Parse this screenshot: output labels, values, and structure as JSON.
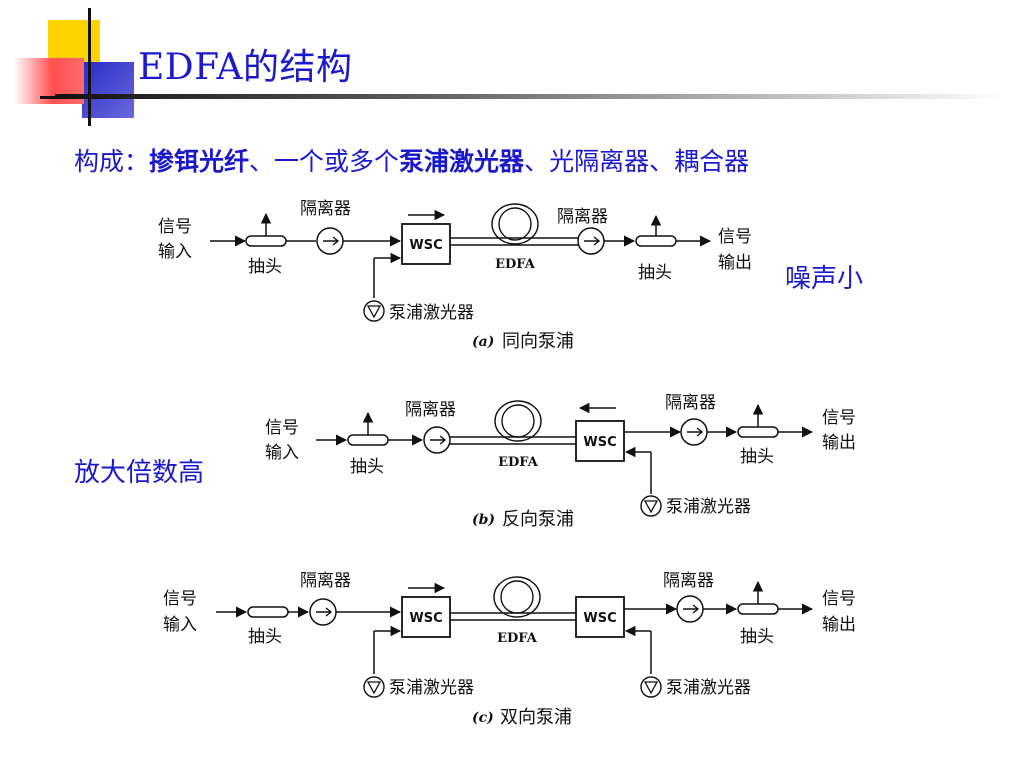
{
  "slide": {
    "title": "EDFA的结构",
    "components": {
      "prefix": "构成：",
      "item1": "掺铒光纤",
      "sep1": "、一个或多个",
      "item2": "泵浦激光器",
      "sep2": "、光隔离器、耦合器"
    },
    "note_low_noise": "噪声小",
    "note_high_gain": "放大倍数高"
  },
  "labels": {
    "signal_in_1": "信号",
    "signal_in_2": "输入",
    "signal_out_1": "信号",
    "signal_out_2": "输出",
    "tap": "抽头",
    "isolator": "隔离器",
    "wsc": "WSC",
    "edfa": "EDFA",
    "pump": "泵浦激光器"
  },
  "diagrams": [
    {
      "id": "a",
      "letter": "(a)",
      "caption": "同向泵浦"
    },
    {
      "id": "b",
      "letter": "(b)",
      "caption": "反向泵浦"
    },
    {
      "id": "c",
      "letter": "(c)",
      "caption": "双向泵浦"
    }
  ],
  "colors": {
    "accent_blue": "#1a1acc",
    "deco_yellow": "#ffd200",
    "deco_red": "#ff5050",
    "deco_blue": "#3a3acc"
  }
}
